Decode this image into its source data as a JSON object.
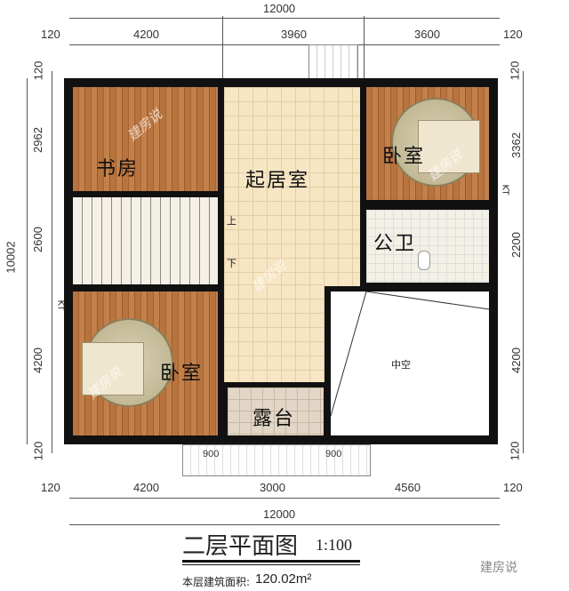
{
  "top_dims": {
    "total": "12000",
    "left_wall": "120",
    "seg1": "4200",
    "seg2": "3960",
    "seg3": "3600",
    "right_wall": "120"
  },
  "bottom_dims": {
    "total": "12000",
    "left_wall": "120",
    "seg1": "4200",
    "seg2": "3000",
    "seg3": "4560",
    "right_wall": "120",
    "balcony_left": "900",
    "balcony_right": "900"
  },
  "left_dims": {
    "total": "10002",
    "top_wall": "120",
    "seg1": "2962",
    "seg2": "2600",
    "seg3": "4200",
    "bottom_wall": "120"
  },
  "right_dims": {
    "top_wall": "120",
    "seg1": "3362",
    "seg2": "2200",
    "seg3": "4200",
    "bottom_wall": "120"
  },
  "rooms": {
    "study": "书房",
    "living": "起居室",
    "bedroom_top": "卧室",
    "bathroom": "公卫",
    "bedroom_bottom": "卧室",
    "terrace": "露台",
    "void": "中空",
    "stair_up": "上",
    "stair_down": "下"
  },
  "kt_label": "KT",
  "watermark": "建房说",
  "title": "二层平面图",
  "scale": "1:100",
  "area_label": "本层建筑面积:",
  "area_value": "120.02m²",
  "brand": "建房说"
}
